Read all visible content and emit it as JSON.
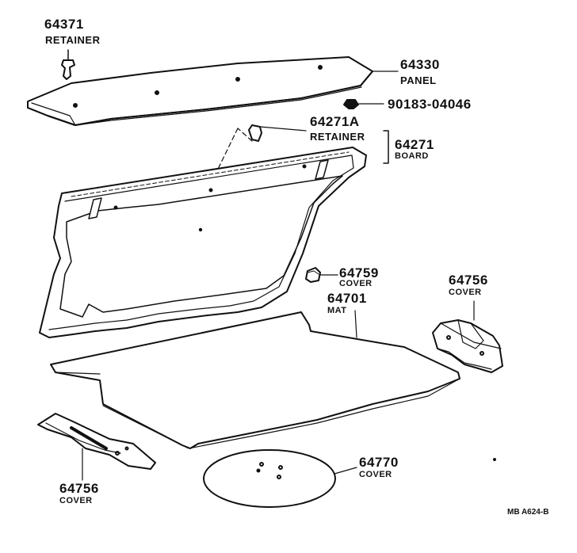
{
  "colors": {
    "ink": "#111111",
    "fill": "#ffffff"
  },
  "parts": {
    "retainer_top": {
      "number": "64371",
      "name": "RETAINER"
    },
    "panel": {
      "number": "64330",
      "name": "PANEL"
    },
    "bolt": {
      "number": "90183-04046"
    },
    "retainer_board": {
      "number": "64271A",
      "name": "RETAINER"
    },
    "board": {
      "number": "64271",
      "name": "BOARD"
    },
    "cover_small": {
      "number": "64759",
      "name": "COVER"
    },
    "mat": {
      "number": "64701",
      "name": "MAT"
    },
    "cover_right": {
      "number": "64756",
      "name": "COVER"
    },
    "cover_left": {
      "number": "64756",
      "name": "COVER"
    },
    "cover_round": {
      "number": "64770",
      "name": "COVER"
    }
  },
  "reference_code": "MB A624-B"
}
